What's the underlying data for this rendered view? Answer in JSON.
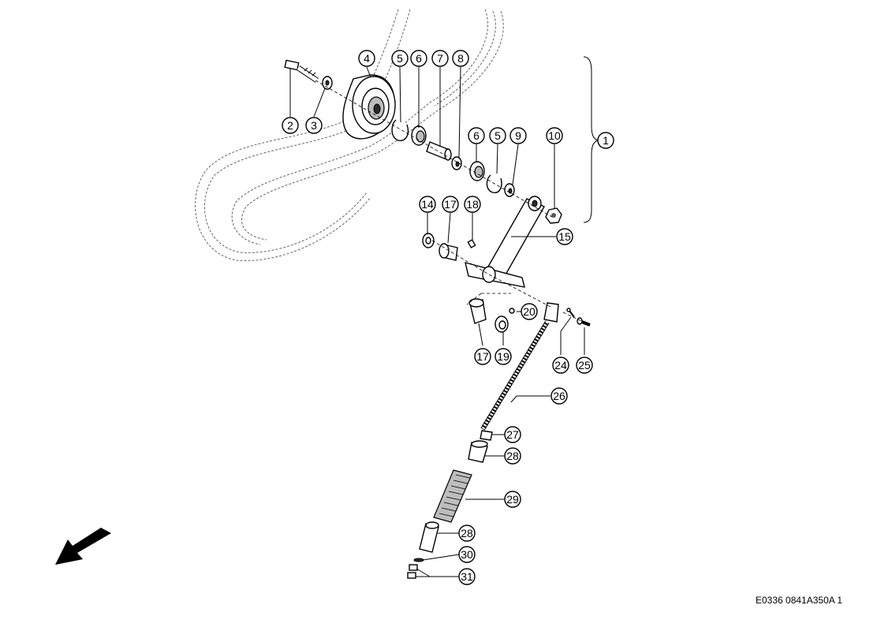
{
  "reference_code": "E0336 0841A350A 1",
  "callouts": [
    {
      "id": "c1",
      "label": "1"
    },
    {
      "id": "c2",
      "label": "2"
    },
    {
      "id": "c3",
      "label": "3"
    },
    {
      "id": "c4",
      "label": "4"
    },
    {
      "id": "c5a",
      "label": "5"
    },
    {
      "id": "c6a",
      "label": "6"
    },
    {
      "id": "c7",
      "label": "7"
    },
    {
      "id": "c8",
      "label": "8"
    },
    {
      "id": "c6b",
      "label": "6"
    },
    {
      "id": "c5b",
      "label": "5"
    },
    {
      "id": "c9",
      "label": "9"
    },
    {
      "id": "c10",
      "label": "10"
    },
    {
      "id": "c14",
      "label": "14"
    },
    {
      "id": "c17a",
      "label": "17"
    },
    {
      "id": "c18",
      "label": "18"
    },
    {
      "id": "c15",
      "label": "15"
    },
    {
      "id": "c20",
      "label": "20"
    },
    {
      "id": "c17b",
      "label": "17"
    },
    {
      "id": "c19",
      "label": "19"
    },
    {
      "id": "c24",
      "label": "24"
    },
    {
      "id": "c25",
      "label": "25"
    },
    {
      "id": "c26",
      "label": "26"
    },
    {
      "id": "c27",
      "label": "27"
    },
    {
      "id": "c28a",
      "label": "28"
    },
    {
      "id": "c29",
      "label": "29"
    },
    {
      "id": "c28b",
      "label": "28"
    },
    {
      "id": "c30",
      "label": "30"
    },
    {
      "id": "c31",
      "label": "31"
    }
  ]
}
